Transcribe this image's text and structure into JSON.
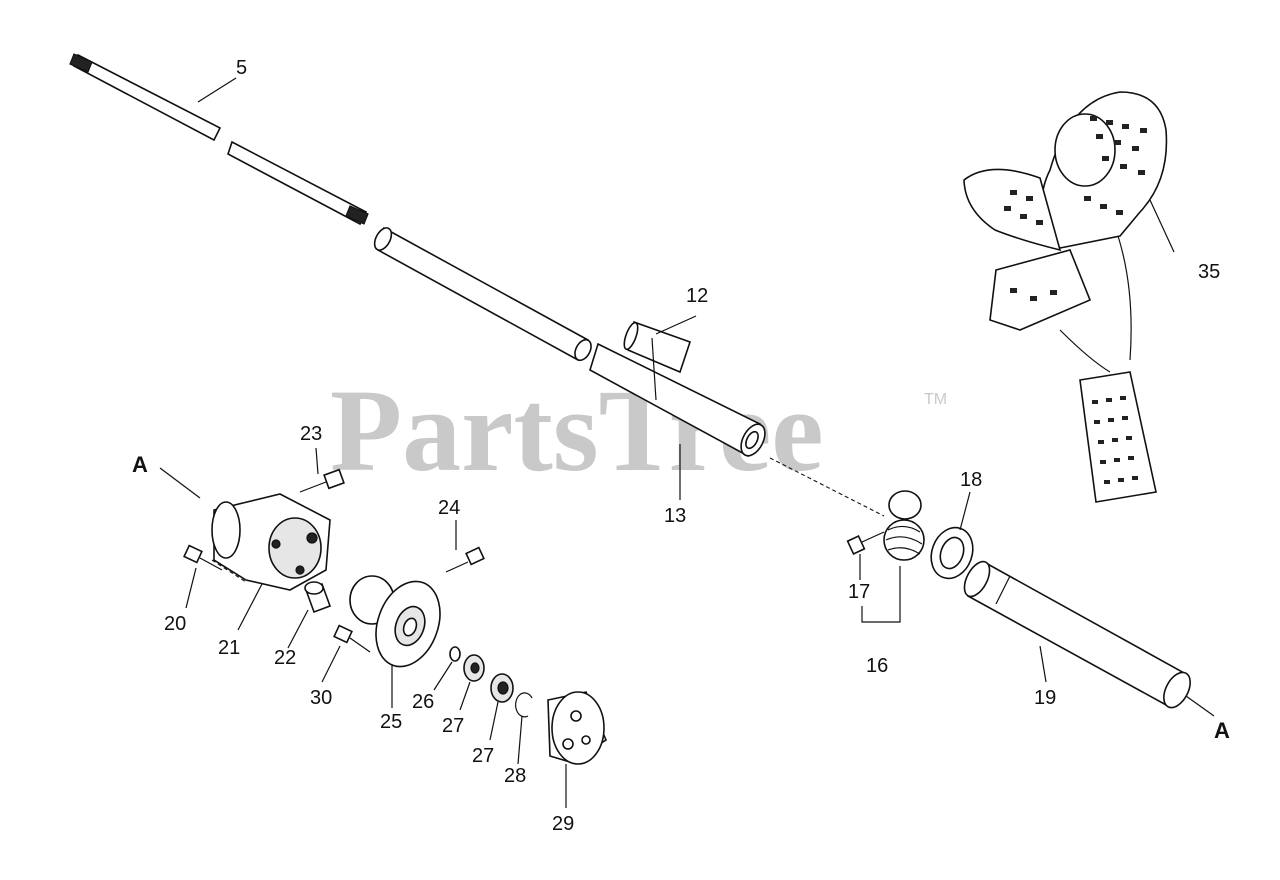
{
  "watermark": {
    "text": "PartsTree",
    "trademark": "TM"
  },
  "callouts": {
    "p5": "5",
    "p12": "12",
    "p13": "13",
    "p16": "16",
    "p17": "17",
    "p18": "18",
    "p19": "19",
    "p20": "20",
    "p21": "21",
    "p22": "22",
    "p23": "23",
    "p24": "24",
    "p25": "25",
    "p26": "26",
    "p27a": "27",
    "p27b": "27",
    "p28": "28",
    "p29": "29",
    "p30": "30",
    "p35": "35",
    "refA1": "A",
    "refA2": "A"
  }
}
